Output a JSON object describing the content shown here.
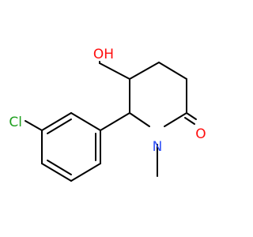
{
  "structure": {
    "atoms": [
      {
        "id": "hydroxyl",
        "label": "OH",
        "color": "#ff0d0d"
      },
      {
        "id": "chlorine",
        "label": "Cl",
        "color": "#1fa01f"
      },
      {
        "id": "nitrogen",
        "label": "N",
        "color": "#3050f8"
      },
      {
        "id": "carbonyl-oxygen",
        "label": "O",
        "color": "#ff0d0d"
      }
    ],
    "bond_color": "#000000"
  }
}
